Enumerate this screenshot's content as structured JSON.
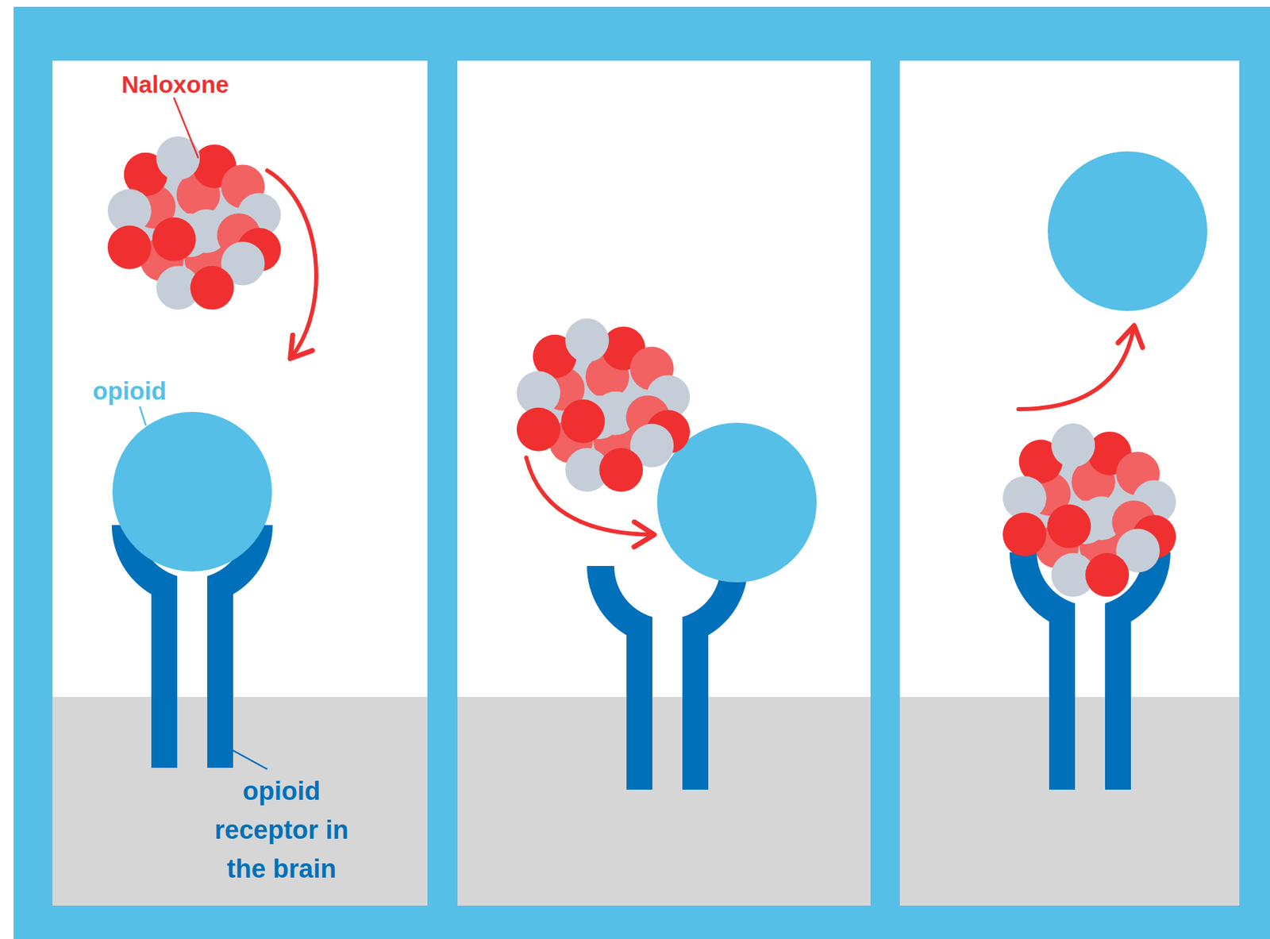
{
  "diagram": {
    "labels": [
      "Naloxone",
      "opioid",
      "opioid receptor in the brain"
    ]
  }
}
